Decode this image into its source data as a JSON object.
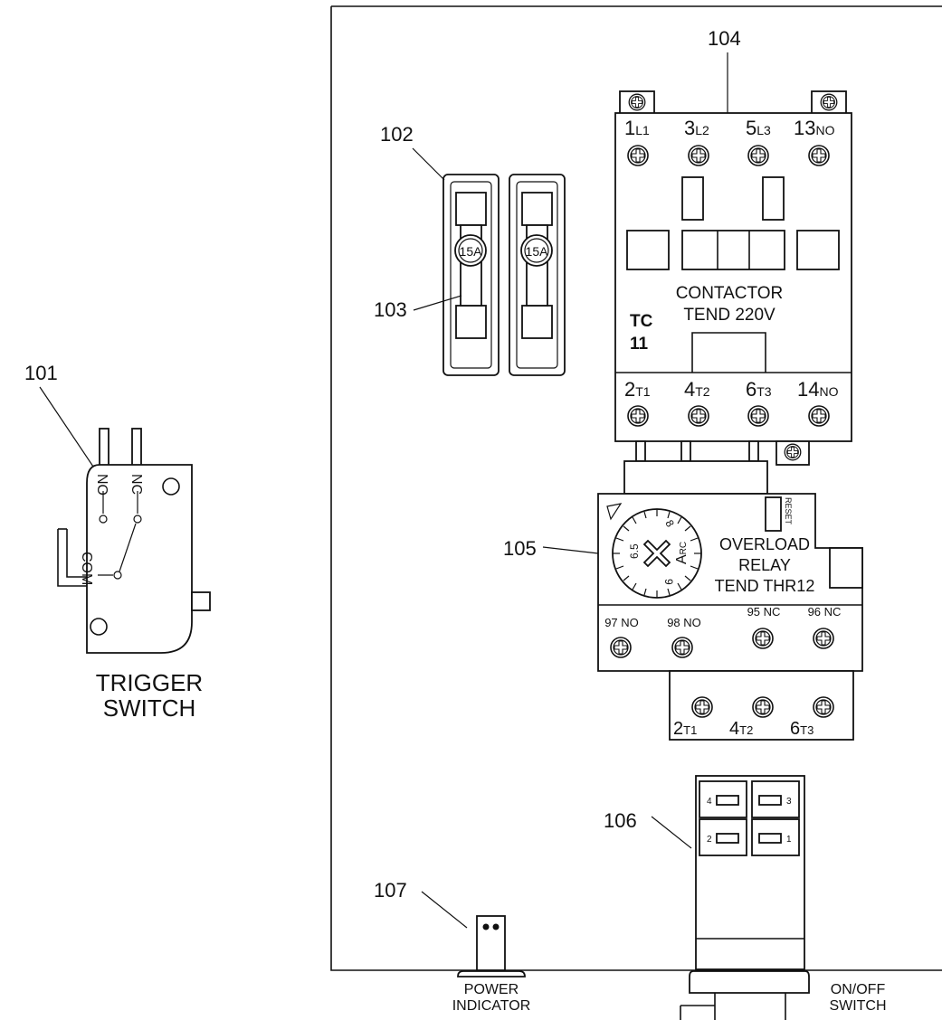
{
  "callouts": {
    "c101": "101",
    "c102": "102",
    "c103": "103",
    "c104": "104",
    "c105": "105",
    "c106": "106",
    "c107": "107"
  },
  "trigger_switch": {
    "label_line1": "TRIGGER",
    "label_line2": "SWITCH",
    "pin_no": "NO",
    "pin_nc": "NC",
    "pin_com": "COM"
  },
  "fuses": {
    "fuse1_rating": "15A",
    "fuse2_rating": "15A"
  },
  "contactor": {
    "top_terminals": [
      {
        "num": "1",
        "sub": "L1"
      },
      {
        "num": "3",
        "sub": "L2"
      },
      {
        "num": "5",
        "sub": "L3"
      },
      {
        "num": "13",
        "sub": "NO"
      }
    ],
    "bottom_terminals": [
      {
        "num": "2",
        "sub": "T1"
      },
      {
        "num": "4",
        "sub": "T2"
      },
      {
        "num": "6",
        "sub": "T3"
      },
      {
        "num": "14",
        "sub": "NO"
      }
    ],
    "name_line1": "CONTACTOR",
    "name_line2": "TEND 220V",
    "model_line1": "TC",
    "model_line2": "11"
  },
  "overload_relay": {
    "reset_label": "RESET",
    "dial_min": "6.5",
    "dial_max": "8",
    "dial_mid": "9",
    "dial_brand": "A",
    "dial_brand_sub": "RC",
    "name_line1": "OVERLOAD",
    "name_line2": "RELAY",
    "name_line3": "TEND THR12",
    "aux_terminals": [
      "97 NO",
      "98 NO",
      "95 NC",
      "96 NC"
    ],
    "bottom_terminals": [
      {
        "num": "2",
        "sub": "T1"
      },
      {
        "num": "4",
        "sub": "T2"
      },
      {
        "num": "6",
        "sub": "T3"
      }
    ]
  },
  "onoff_switch": {
    "terminals": [
      "4",
      "3",
      "2",
      "1"
    ],
    "label_line1": "ON/OFF",
    "label_line2": "SWITCH"
  },
  "power_indicator": {
    "label_line1": "POWER",
    "label_line2": "INDICATOR"
  }
}
